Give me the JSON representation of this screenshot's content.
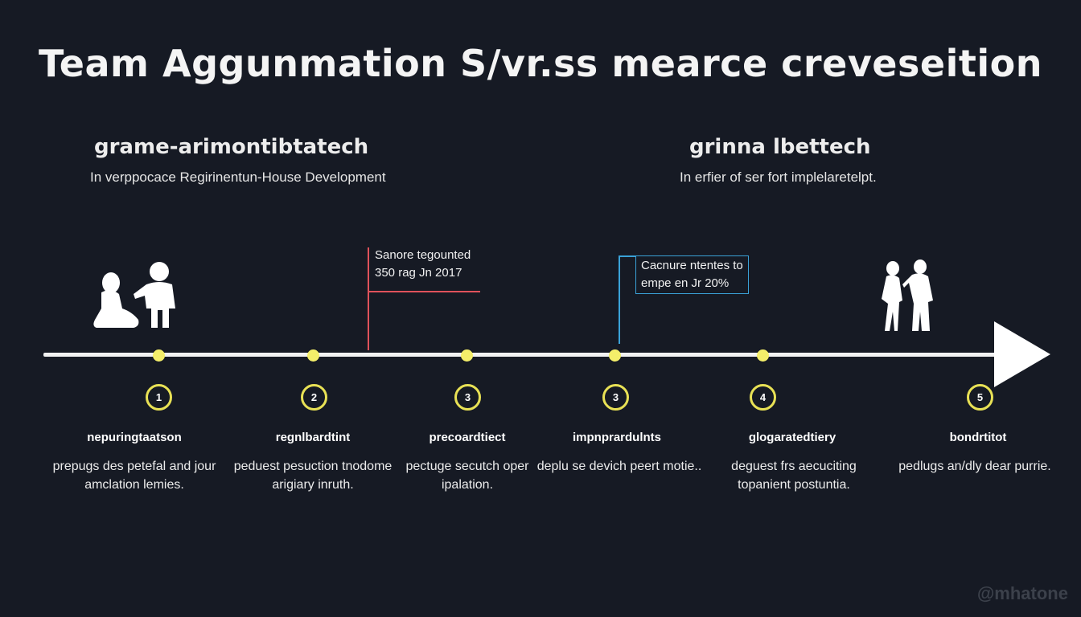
{
  "title": "Team Aggunmation  S/vr.ss mearce creveseition",
  "left_section": {
    "heading": "grame-arimontibtatech",
    "subtitle": "In verppocace Regirinentun-House Development"
  },
  "right_section": {
    "heading": "grinna lbettech",
    "subtitle": "In erfier of ser fort implelaretelpt."
  },
  "callouts": [
    {
      "line1": "Sanore tegounted",
      "line2": "350 rag Jn 2017",
      "color": "#e0525b"
    },
    {
      "line1": "Cacnure ntentes to",
      "line2": "empe en Jr 20%",
      "color": "#3aa2d8"
    }
  ],
  "icons": {
    "left": "people-silhouette-icon",
    "right": "people-silhouette-icon"
  },
  "accent_color": "#f4ee6a",
  "milestones": [
    {
      "number": "1",
      "heading": "nepuringtaatson",
      "description": "prepugs des petefal and jour amclation lemies."
    },
    {
      "number": "2",
      "heading": "regnlbardtint",
      "description": "peduest pesuction tnodome arigiary inruth."
    },
    {
      "number": "3",
      "heading": "precoardtiect",
      "description": "pectuge secutch oper ipalation."
    },
    {
      "number": "3",
      "heading": "impnprardulnts",
      "description": "deplu se devich peert motie.."
    },
    {
      "number": "4",
      "heading": "glogaratedtiery",
      "description": "deguest frs aecuciting topanient postuntia."
    },
    {
      "number": "5",
      "heading": "bondrtitot",
      "description": "pedlugs an/dly dear purrie."
    }
  ],
  "watermark": "@mhatone"
}
